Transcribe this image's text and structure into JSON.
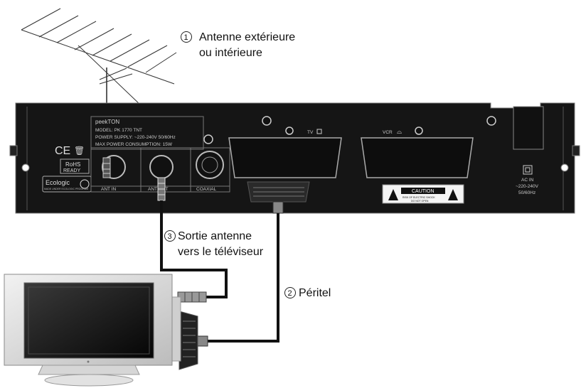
{
  "callouts": [
    {
      "number": "1",
      "line1": "Antenne extérieure",
      "line2": "ou intérieure"
    },
    {
      "number": "2",
      "line1": "Péritel"
    },
    {
      "number": "3",
      "line1": "Sortie antenne",
      "line2": "vers le téléviseur"
    }
  ],
  "receiver": {
    "brand": "peekTON",
    "model": "MODEL: PK 1770 TNT",
    "power_supply": "POWER SUPPLY: ~220-240V 50/60Hz",
    "max_power": "MAX POWER CONSUMPTION: 15W",
    "ce_mark": "CE",
    "rohs_line1": "RoHS",
    "rohs_line2": "READY",
    "ecologic": "Ecologic",
    "ecologic_sub": "MADE UNDER ECOLOGIC PROGRAM",
    "port_antin": "ANT IN",
    "port_antout": "ANT OUT",
    "port_coaxial": "COAXIAL",
    "scart_tv": "TV",
    "scart_vcr": "VCR",
    "caution_title": "CAUTION",
    "caution_line1": "RISK OF ELECTRIC SHOCK",
    "caution_line2": "DO NOT OPEN",
    "ac_in": "AC IN",
    "ac_voltage": "~220-240V",
    "ac_freq": "50/60Hz"
  }
}
